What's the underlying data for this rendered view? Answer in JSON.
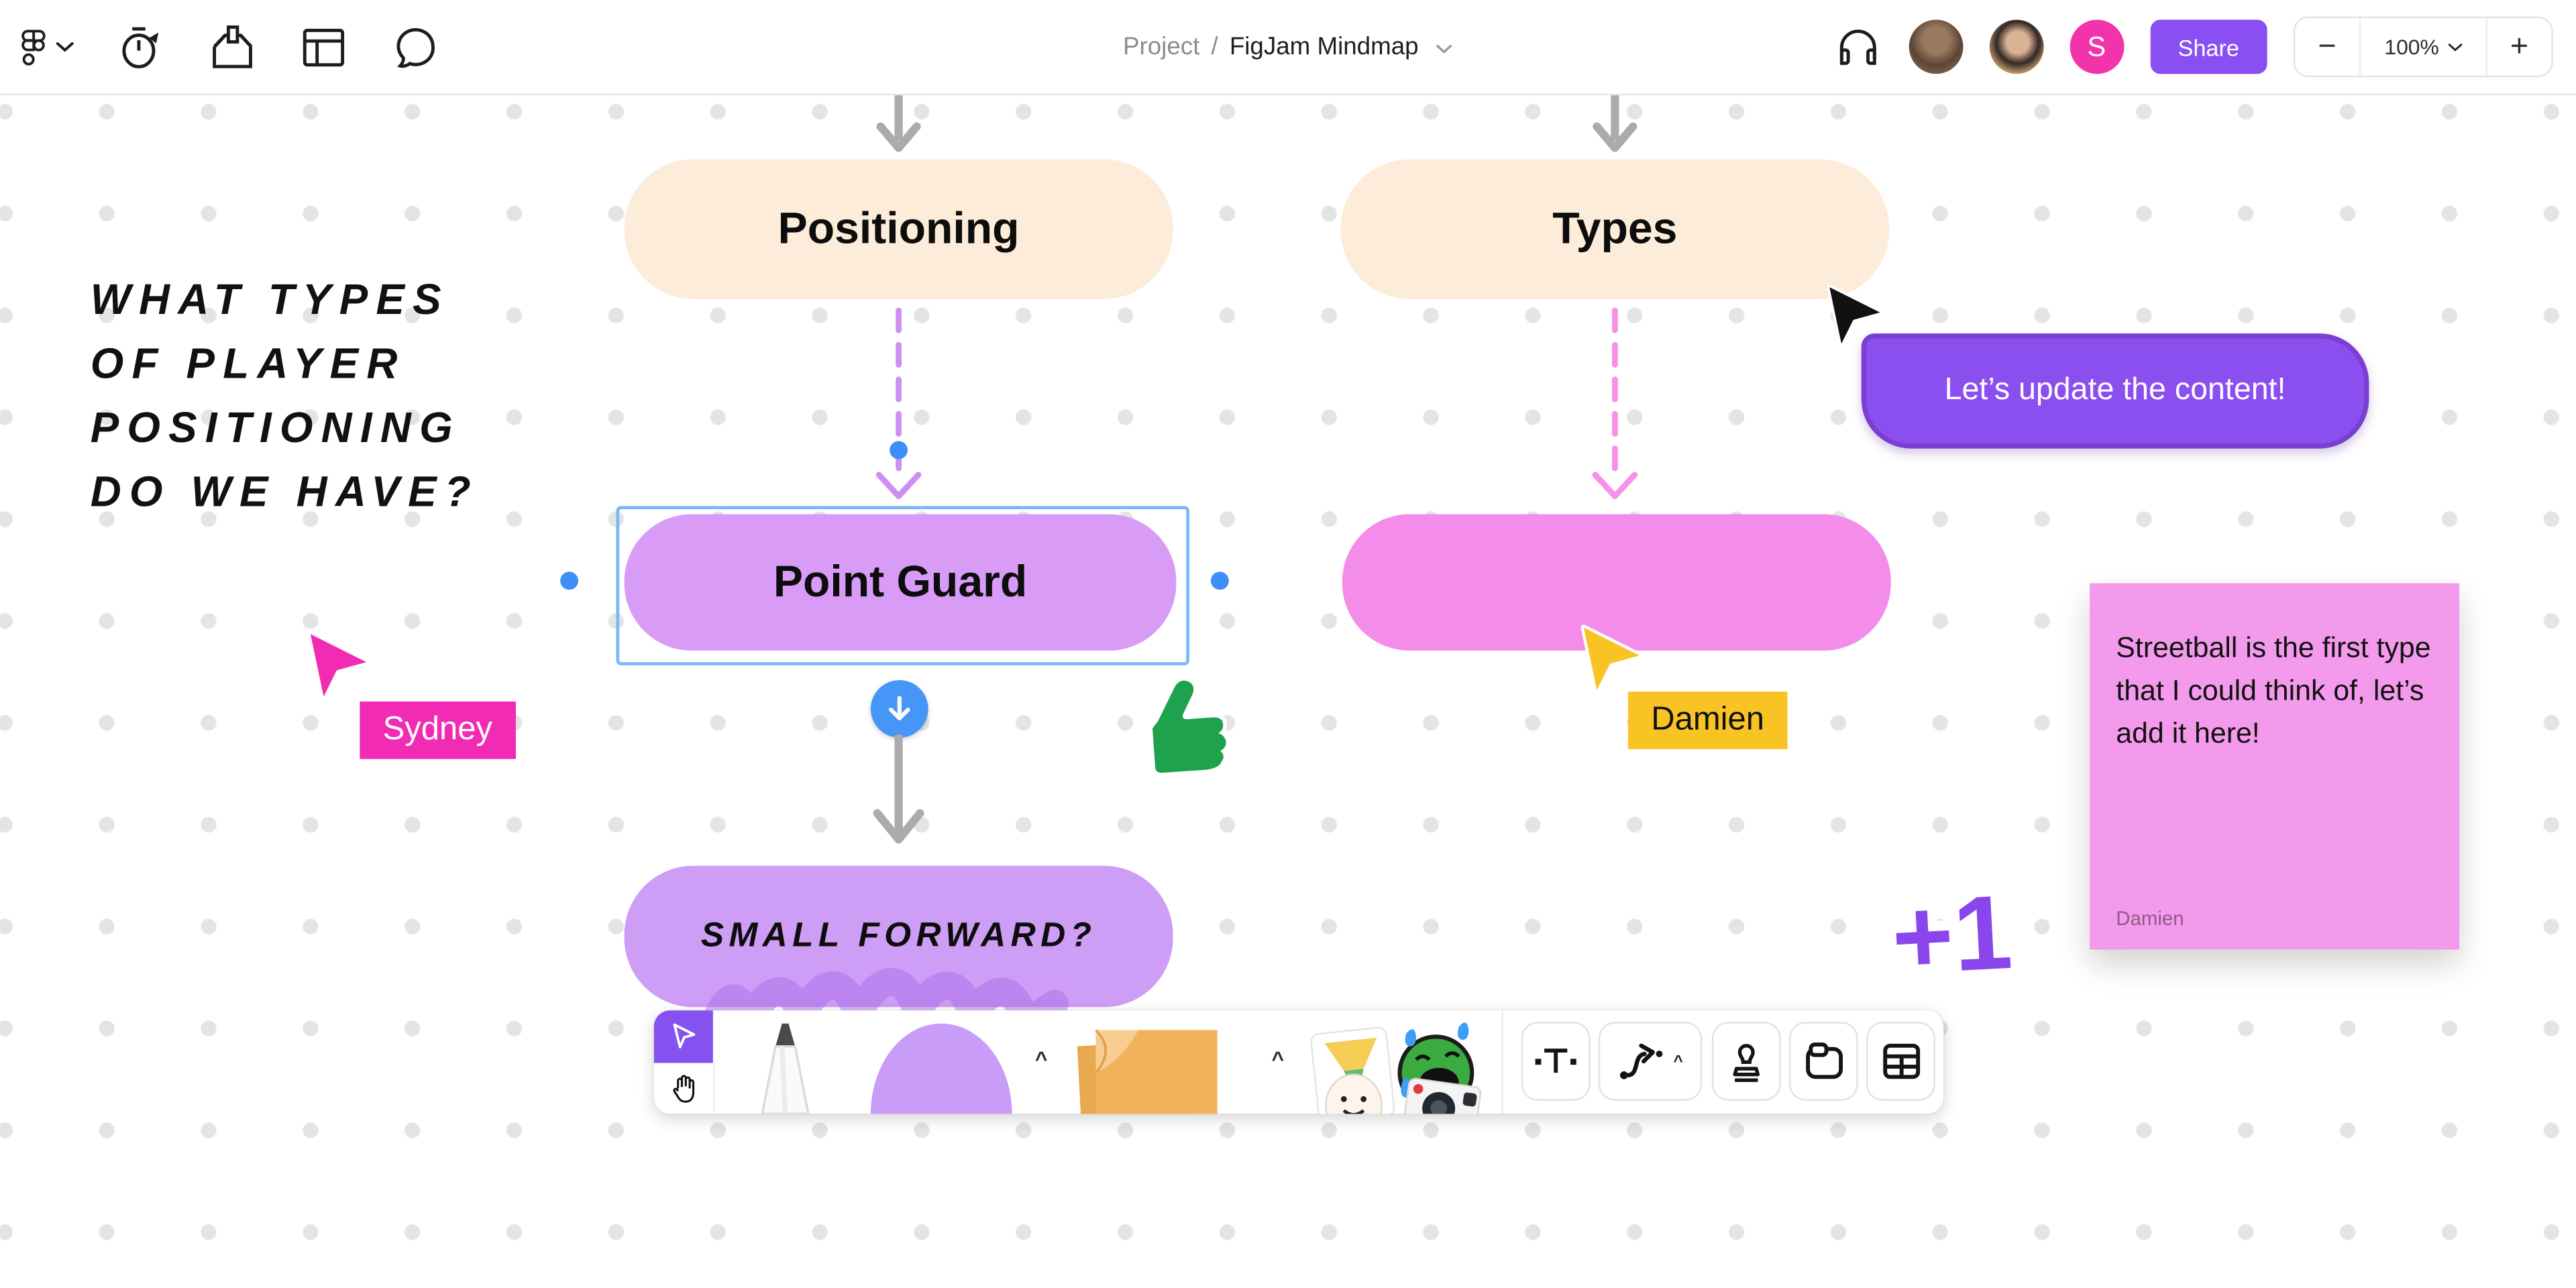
{
  "topbar": {
    "menu": {
      "label": "main-menu"
    },
    "tools": [
      {
        "name": "timer"
      },
      {
        "name": "suggestion-box"
      },
      {
        "name": "templates"
      },
      {
        "name": "comments"
      }
    ],
    "breadcrumb": {
      "project": "Project",
      "separator": "/",
      "file": "FigJam Mindmap"
    },
    "right": {
      "audio": "headphones",
      "avatar_s": "S",
      "share_label": "Share",
      "zoom_minus": "−",
      "zoom_level": "100%",
      "zoom_plus": "+"
    }
  },
  "canvas": {
    "question_lines": [
      "WHAT TYPES",
      "OF PLAYER",
      "POSITIONING",
      "DO WE HAVE?"
    ],
    "nodes": {
      "positioning": {
        "label": "Positioning",
        "fill": "#FCECD9"
      },
      "types": {
        "label": "Types",
        "fill": "#FCECD9"
      },
      "point_guard": {
        "label": "Point Guard",
        "fill": "#D89BF6",
        "selected": true
      },
      "small_forward": {
        "label": "SMALL FORWARD?",
        "fill": "#CE9DF6"
      },
      "empty_pink": {
        "label": "",
        "fill": "#F48CE9"
      }
    },
    "bubble": {
      "text": "Let’s update the content!",
      "fill": "#8B4FF0"
    },
    "cursors": {
      "sydney": {
        "name": "Sydney",
        "color": "#F12BB4"
      },
      "damien": {
        "name": "Damien",
        "color": "#F9C423"
      }
    },
    "stickers": {
      "plus_one": "+1",
      "thumbs_up": "thumbs-up",
      "colors": {
        "plus_one": "#8B45EC",
        "thumbs_up": "#1EA24D"
      }
    },
    "sticky_note": {
      "text": "Streetball is the first type that I could think of, let’s add it here!",
      "author": "Damien",
      "fill": "#F49AEC"
    }
  },
  "toolbar": {
    "tools": [
      {
        "name": "select"
      },
      {
        "name": "hand"
      },
      {
        "name": "marker"
      },
      {
        "name": "shape-ellipse"
      },
      {
        "name": "sticky-note"
      },
      {
        "name": "stickers"
      },
      {
        "name": "text"
      },
      {
        "name": "connector"
      },
      {
        "name": "stamp"
      },
      {
        "name": "section"
      },
      {
        "name": "table"
      }
    ]
  }
}
